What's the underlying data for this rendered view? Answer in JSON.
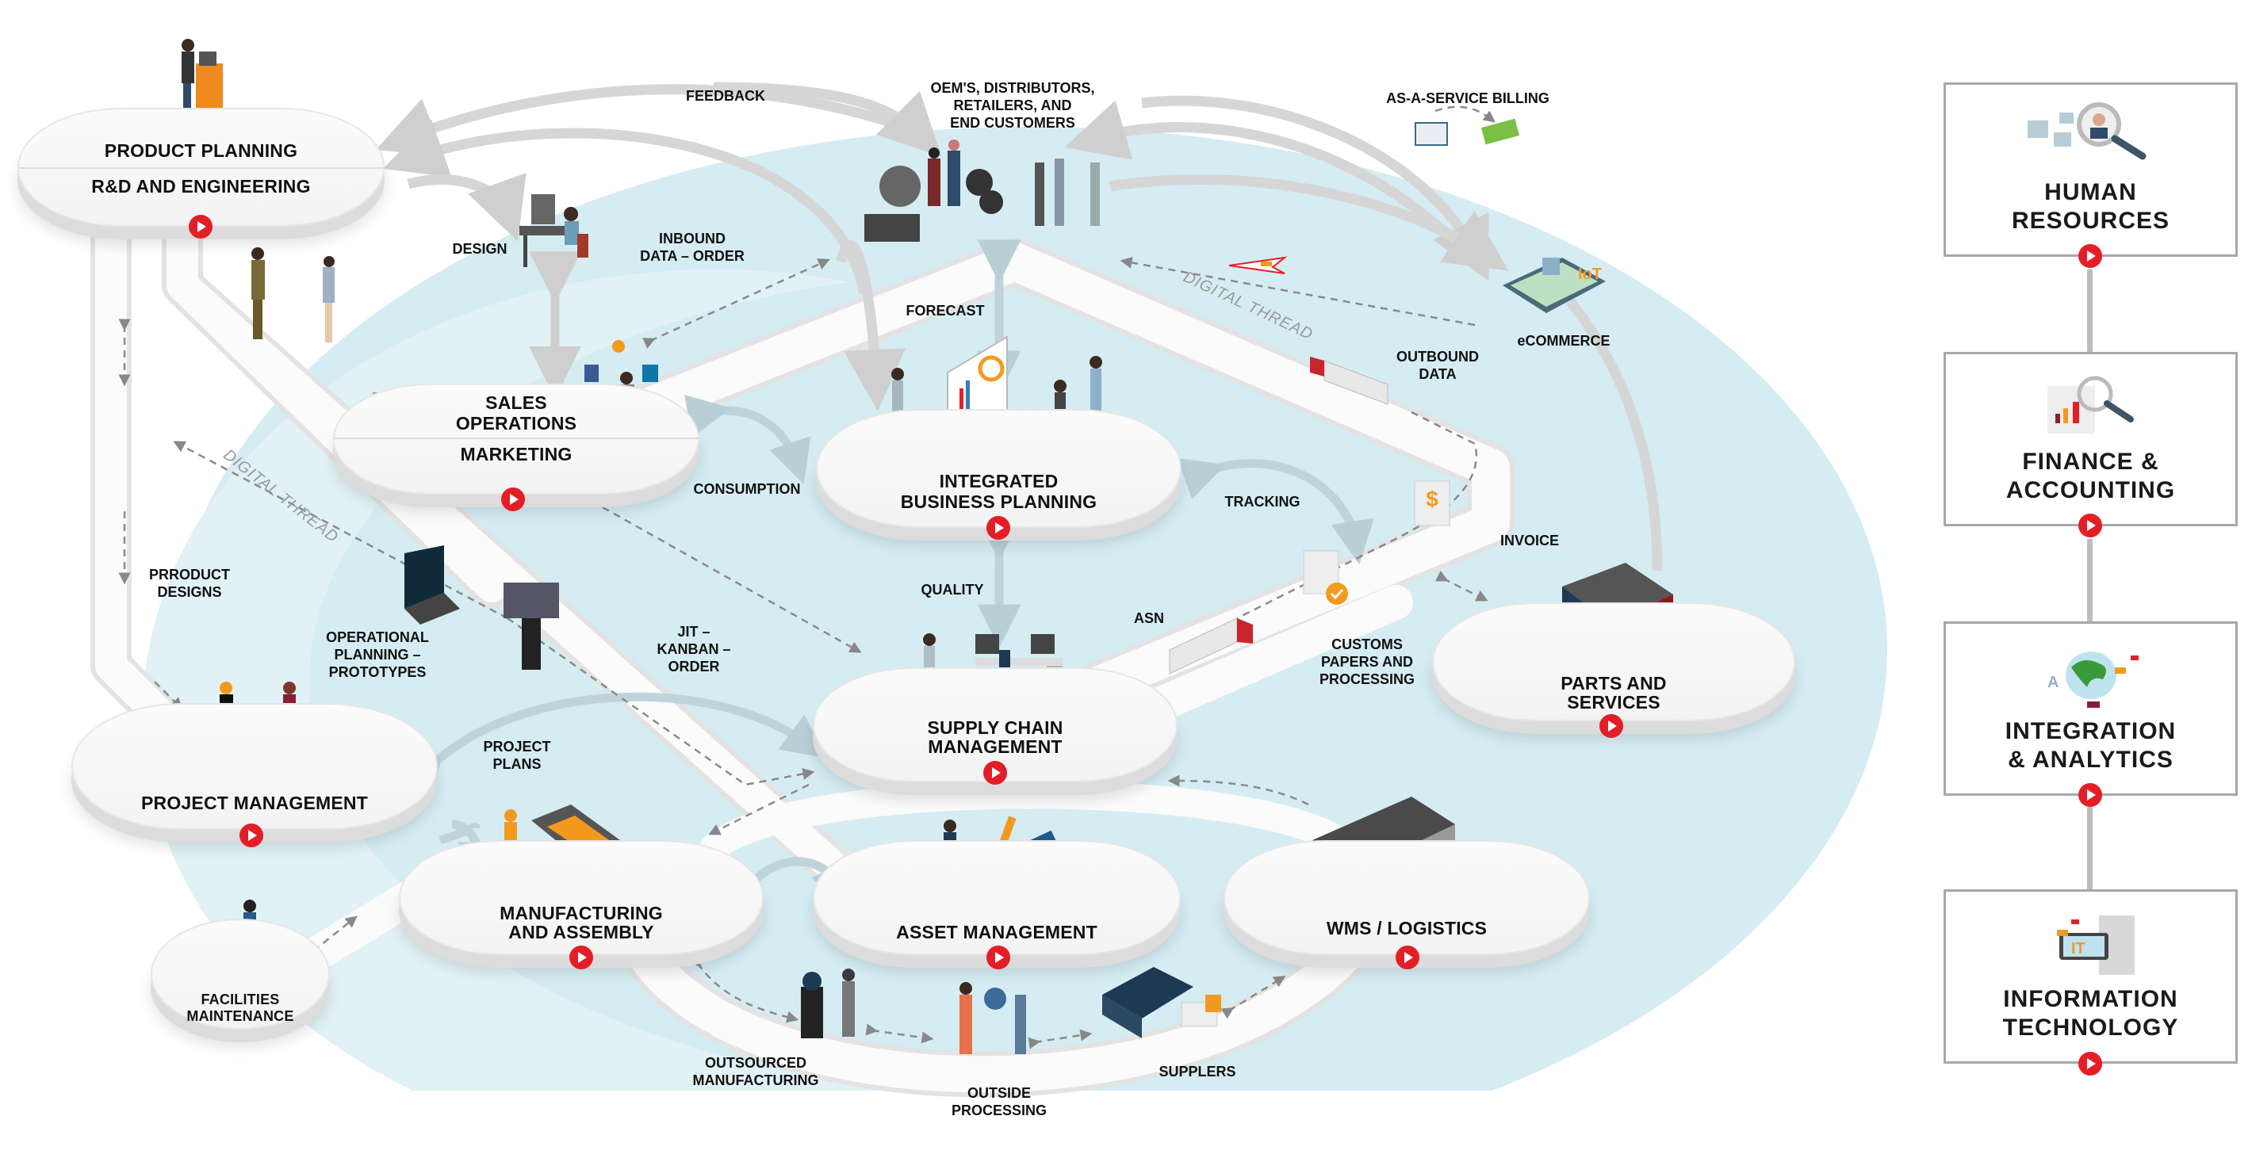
{
  "nodes": {
    "product_planning": {
      "title": "PRODUCT PLANNING",
      "subtitle": "R&D AND ENGINEERING"
    },
    "sales": {
      "title1": "SALES",
      "title2": "OPERATIONS",
      "subtitle": "MARKETING"
    },
    "ibp": {
      "title1": "INTEGRATED",
      "title2": "BUSINESS PLANNING"
    },
    "scm": {
      "title1": "SUPPLY CHAIN",
      "title2": "MANAGEMENT"
    },
    "parts": {
      "title1": "PARTS AND",
      "title2": "SERVICES"
    },
    "project": {
      "title": "PROJECT MANAGEMENT"
    },
    "manufacturing": {
      "title1": "MANUFACTURING",
      "title2": "AND ASSEMBLY"
    },
    "asset": {
      "title": "ASSET MANAGEMENT"
    },
    "wms": {
      "title": "WMS / LOGISTICS"
    },
    "facilities": {
      "title1": "FACILITIES",
      "title2": "MAINTENANCE"
    }
  },
  "labels": {
    "feedback": "FEEDBACK",
    "oem": [
      "OEM'S, DISTRIBUTORS,",
      "RETAILERS, AND",
      "END CUSTOMERS"
    ],
    "billing": "AS-A-SERVICE BILLING",
    "design": "DESIGN",
    "inbound": [
      "INBOUND",
      "DATA – ORDER"
    ],
    "forecast": "FORECAST",
    "ecommerce": "eCOMMERCE",
    "iot": "IoT",
    "outbound": [
      "OUTBOUND",
      "DATA"
    ],
    "digital_thread": "DIGITAL THREAD",
    "consumption": "CONSUMPTION",
    "tracking": "TRACKING",
    "invoice": "INVOICE",
    "product_designs": [
      "PRRODUCT",
      "DESIGNS"
    ],
    "quality": "QUALITY",
    "asn": "ASN",
    "jit": [
      "JIT –",
      "KANBAN –",
      "ORDER"
    ],
    "operational": [
      "OPERATIONAL",
      "PLANNING –",
      "PROTOTYPES"
    ],
    "customs": [
      "CUSTOMS",
      "PAPERS AND",
      "PROCESSING"
    ],
    "project_plans": [
      "PROJECT",
      "PLANS"
    ],
    "outsourced": [
      "OUTSOURCED",
      "MANUFACTURING"
    ],
    "outside": [
      "OUTSIDE",
      "PROCESSING"
    ],
    "suppliers": "SUPPLERS"
  },
  "side_panel": [
    {
      "line1": "HUMAN",
      "line2": "RESOURCES",
      "icon": "hr-magnifier-icon"
    },
    {
      "line1": "FINANCE &",
      "line2": "ACCOUNTING",
      "icon": "finance-chart-icon"
    },
    {
      "line1": "INTEGRATION",
      "line2": "& ANALYTICS",
      "icon": "globe-analytics-icon"
    },
    {
      "line1": "INFORMATION",
      "line2": "TECHNOLOGY",
      "icon": "it-server-icon"
    }
  ],
  "colors": {
    "accent_red": "#e41e26",
    "water_blue": "#d5ecf3",
    "road": "#ffffff",
    "arrow_gray": "#d3d3d3",
    "signal_orange": "#f39a1e"
  }
}
